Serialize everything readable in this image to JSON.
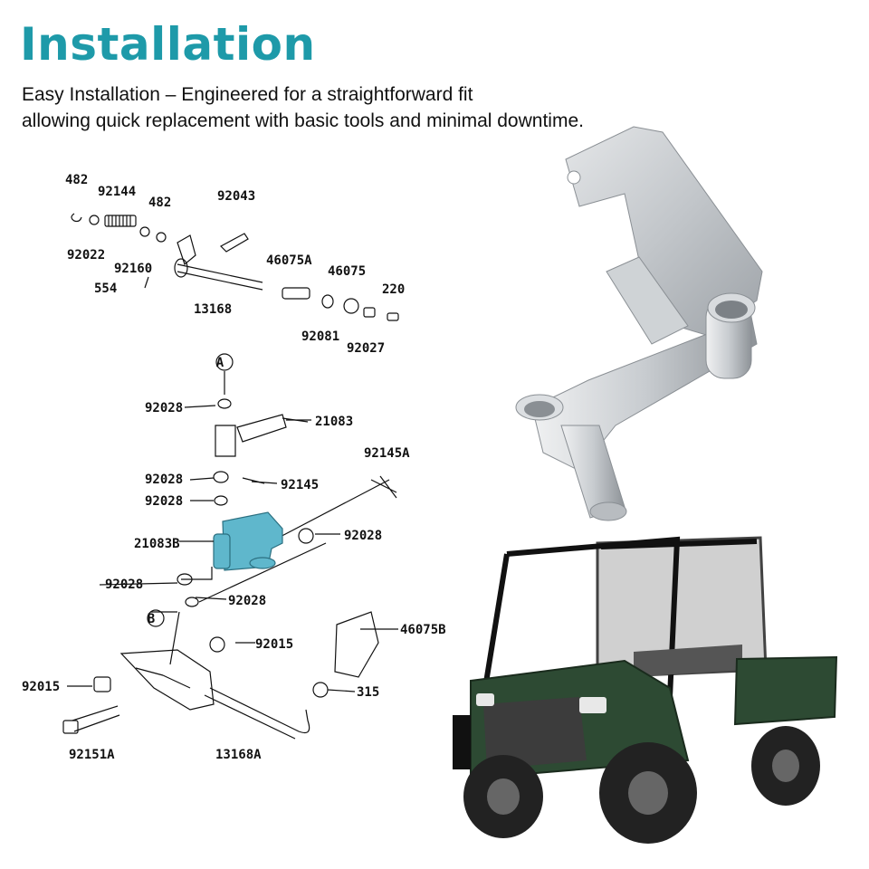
{
  "header": {
    "title": "Installation",
    "line1": "Easy Installation – Engineered for a straightforward fit",
    "line2": "allowing quick replacement with basic tools and minimal downtime."
  },
  "diagram": {
    "callouts": [
      "A",
      "B"
    ],
    "labels": [
      "482",
      "92144",
      "482",
      "92043",
      "92022",
      "92160",
      "554",
      "13168",
      "46075A",
      "46075",
      "220",
      "92081",
      "92027",
      "92028",
      "21083",
      "92028",
      "92145",
      "92145A",
      "92028",
      "21083B",
      "92028",
      "92028",
      "92028",
      "92015",
      "46075B",
      "92015",
      "315",
      "92151A",
      "13168A"
    ]
  },
  "colors": {
    "title": "#1e9aa9",
    "highlight_part": "#5fb7cc",
    "vehicle_body": "#2d4a33"
  }
}
